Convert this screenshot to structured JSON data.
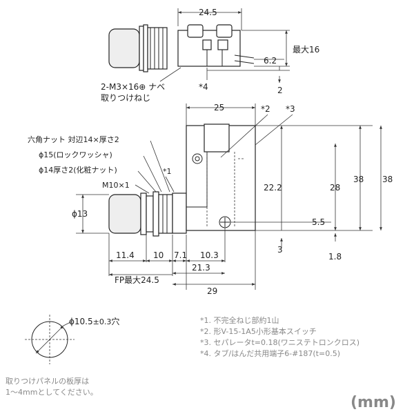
{
  "top_view": {
    "dim_width": "24.5",
    "dim_max_height": "最大16",
    "dim_offset": "6.2",
    "dim_gap": "2",
    "screw_label_line1": "2-M3×16⊕ ナベ",
    "screw_label_line2": "取りつけねじ",
    "note_mark": "*4"
  },
  "front_view": {
    "hex_nut_label": "六角ナット 対辺14×厚さ2",
    "lock_washer_label": "ϕ15(ロックワッシャ)",
    "decor_nut_label": "ϕ14厚さ2(化粧ナット)",
    "thread_label": "M10×1",
    "mark1": "*1",
    "mark2": "*2",
    "mark3": "*3",
    "dia_knob": "ϕ13",
    "dim_25": "25",
    "dim_22_2": "22.2",
    "dim_28": "28",
    "dim_38_inner": "38",
    "dim_38_outer": "38",
    "dim_5_5": "5.5",
    "dim_3": "3",
    "dim_1_8": "1.8",
    "dim_11_4": "11.4",
    "dim_10": "10",
    "dim_7_1": "7.1",
    "dim_10_3": "10.3",
    "dim_21_3": "21.3",
    "dim_fp": "FP最大24.5",
    "dim_29": "29"
  },
  "panel_hole": {
    "dia_label": "ϕ10.5",
    "tolerance": "±0.3",
    "suffix": "穴",
    "note_line1": "取りつけパネルの板厚は",
    "note_line2": "1〜4mmとしてください。"
  },
  "notes": [
    "*1. 不完全ねじ部約1山",
    "*2. 形V-15-1A5小形基本スイッチ",
    "*3. セパレータt=0.18(ワニステトロンクロス)",
    "*4. タブ/はんだ共用端子6-#187(t=0.5)"
  ],
  "unit_label": "(mm)"
}
